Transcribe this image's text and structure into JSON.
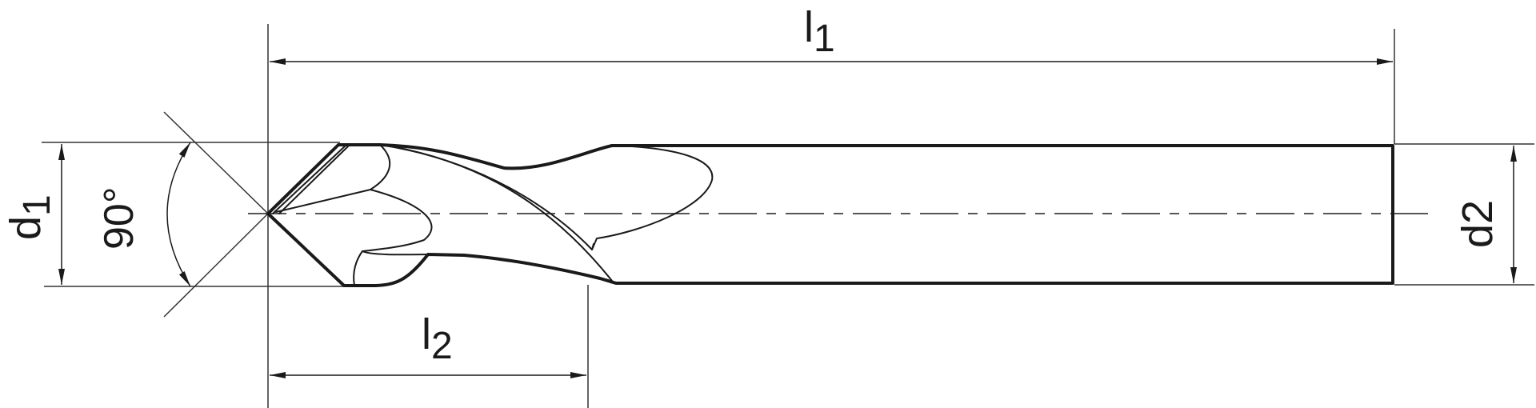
{
  "drawing": {
    "subject": "90° point drill / spot drill (side view)",
    "dimensions": {
      "overall_length": {
        "symbol": "l",
        "sub": "1"
      },
      "flute_length": {
        "symbol": "l",
        "sub": "2"
      },
      "cutting_diameter": {
        "symbol": "d",
        "sub": "1"
      },
      "shank_diameter": {
        "symbol": "d",
        "sub": "2"
      },
      "point_angle": "90°"
    },
    "colors": {
      "line": "#1a1a1a",
      "thin": "#333333",
      "center": "#555555",
      "background": "#ffffff"
    }
  }
}
